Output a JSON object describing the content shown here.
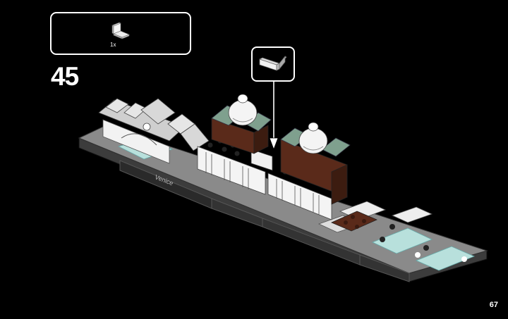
{
  "parts_list": {
    "quantity": "1x",
    "part_icon": "white-bracket-1x2-icon"
  },
  "step": {
    "number": "45"
  },
  "model": {
    "tile_print": "Venice"
  },
  "callout": {
    "part_icon": "white-bracket-1x2-icon"
  },
  "page": {
    "number": "67"
  },
  "colors": {
    "background": "#000000",
    "dark_bluish_gray": "#505050",
    "light_bluish_gray": "#8a8a8a",
    "white": "#f4f4f4",
    "reddish_brown": "#5a2a1a",
    "sand_green": "#7fa08e",
    "trans_light_blue": "#b8e0dc"
  }
}
